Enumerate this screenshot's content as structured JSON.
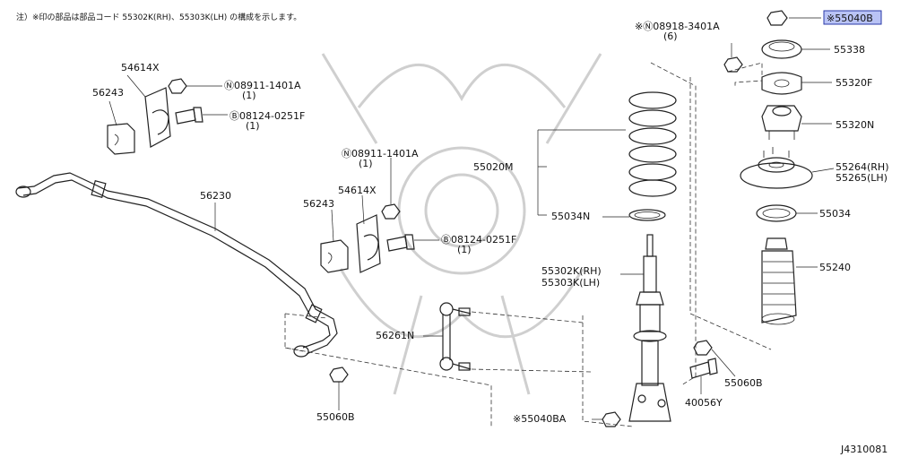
{
  "header_note": "注）※印の部品は部品コード 55302K(RH)、55303K(LH) の構成を示します。",
  "diagram_id": "J4310081",
  "labels": {
    "p54614x_a": "54614X",
    "p56243_a": "56243",
    "n08911_a": "Ⓝ08911-1401A",
    "n08911_a_qty": "(1)",
    "b08124_a": "Ⓑ08124-0251F",
    "b08124_a_qty": "(1)",
    "p56230": "56230",
    "n08911_b": "Ⓝ08911-1401A",
    "n08911_b_qty": "(1)",
    "p54614x_b": "54614X",
    "p56243_b": "56243",
    "b08124_b": "Ⓑ08124-0251F",
    "b08124_b_qty": "(1)",
    "p56261n": "56261N",
    "p55060b_left": "55060B",
    "n08918": "※Ⓝ08918-3401A",
    "n08918_qty": "(6)",
    "p55020m": "55020M",
    "p55034n": "55034N",
    "p55302k": "55302K(RH)",
    "p55303k": "55303K(LH)",
    "p55040ba": "※55040BA",
    "p55040b": "※55040B",
    "p55338": "55338",
    "p55320f": "55320F",
    "p55320n": "55320N",
    "p55264": "55264(RH)",
    "p55265": "55265(LH)",
    "p55034": "55034",
    "p55240": "55240",
    "p55060b_right": "55060B",
    "p40056y": "40056Y"
  },
  "colors": {
    "highlight_fill": "#b9c3f5",
    "highlight_stroke": "#2a3aa8",
    "line": "#222222"
  }
}
